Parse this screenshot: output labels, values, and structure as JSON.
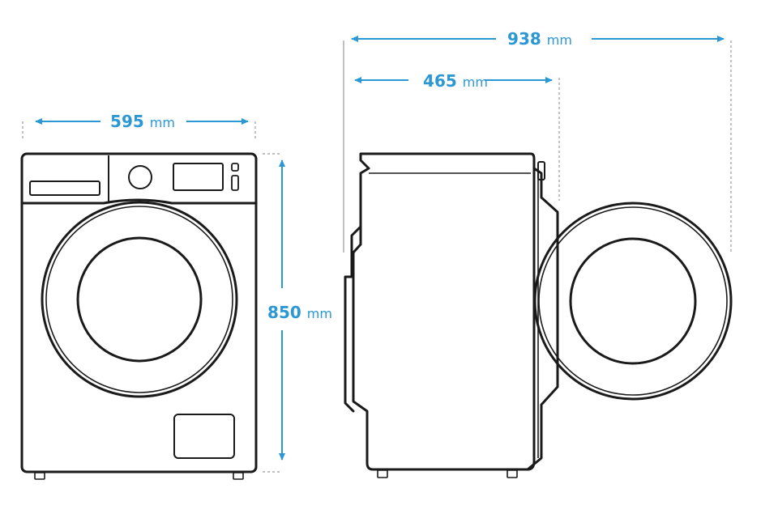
{
  "colors": {
    "dimension": "#2b97d4",
    "outline": "#1a1a1a",
    "guide": "#9a9a9a",
    "background": "#ffffff"
  },
  "dimensions": {
    "width": {
      "value": "595",
      "unit": "mm"
    },
    "height": {
      "value": "850",
      "unit": "mm"
    },
    "depth": {
      "value": "465",
      "unit": "mm"
    },
    "depth_door_open": {
      "value": "938",
      "unit": "mm"
    }
  }
}
